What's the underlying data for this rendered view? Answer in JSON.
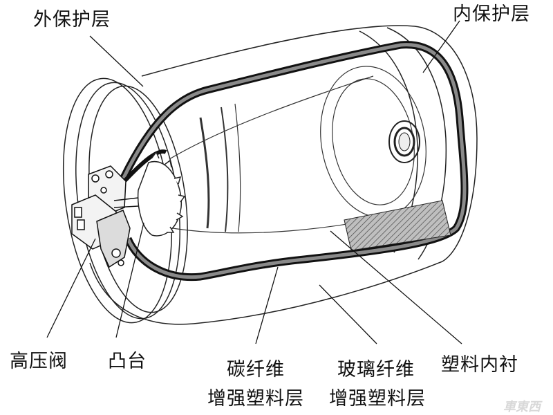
{
  "labels": {
    "outer_protective_layer": "外保护层",
    "inner_protective_layer": "内保护层",
    "high_pressure_valve": "高压阀",
    "boss": "凸台",
    "carbon_fiber_layer_line1": "碳纤维",
    "carbon_fiber_layer_line2": "增强塑料层",
    "glass_fiber_layer_line1": "玻璃纤维",
    "glass_fiber_layer_line2": "增强塑料层",
    "plastic_liner": "塑料内衬"
  },
  "watermark": "車東西"
}
